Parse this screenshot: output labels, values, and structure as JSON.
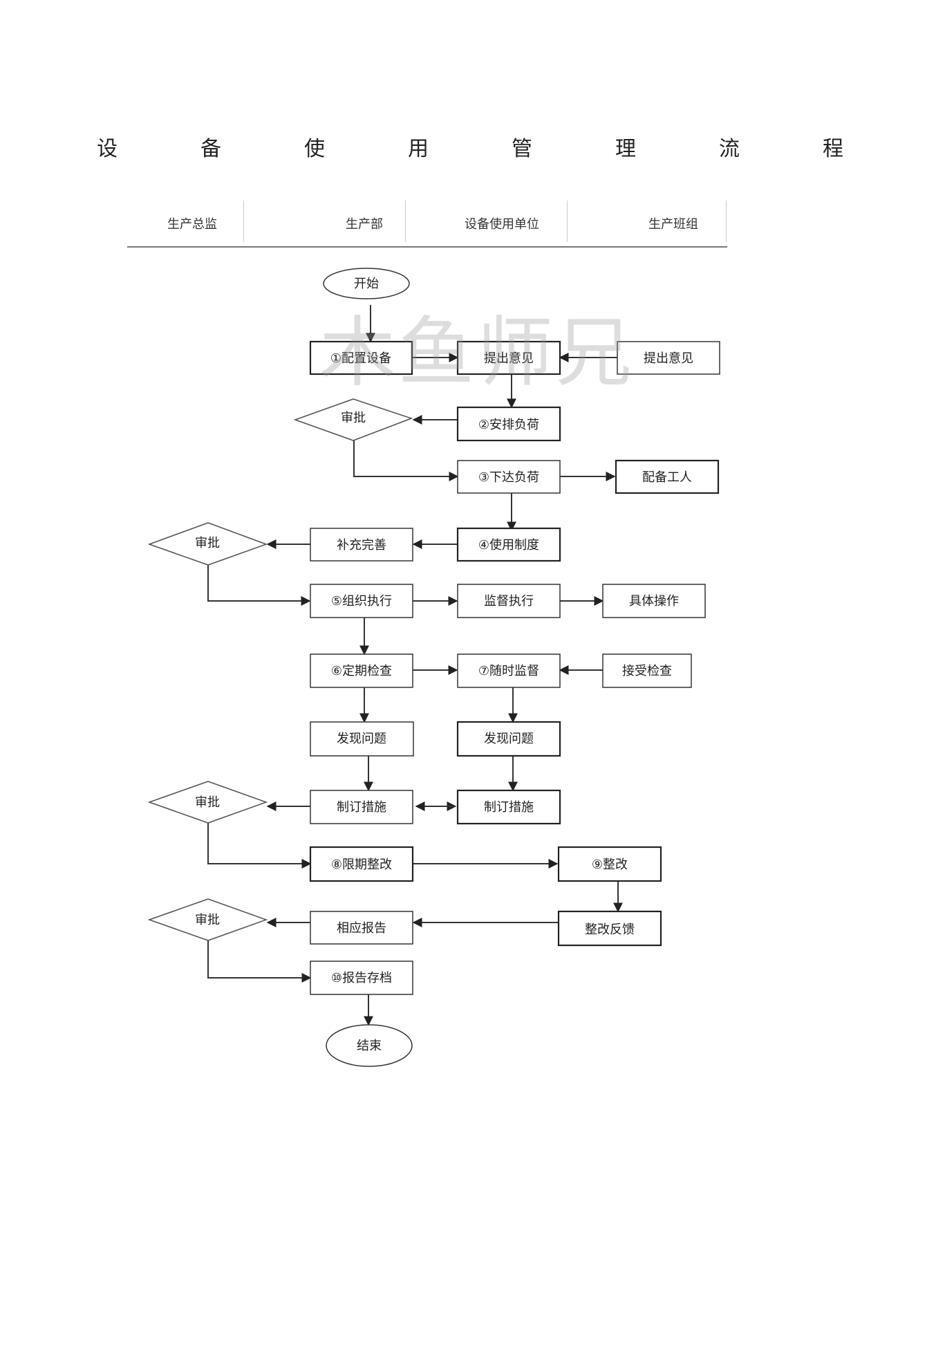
{
  "title_chars": [
    "设",
    "备",
    "使",
    "用",
    "管",
    "理",
    "流",
    "程"
  ],
  "lanes": [
    "生产总监",
    "生产部",
    "设备使用单位",
    "生产班组"
  ],
  "watermark": "木鱼师兄",
  "nodes": {
    "start": "开始",
    "configure": "①配置设备",
    "suggest_mid": "提出意见",
    "suggest_right": "提出意见",
    "approve1": "审批",
    "arrange_load": "②安排负荷",
    "issue_load": "③下达负荷",
    "assign_workers": "配备工人",
    "approve2": "审批",
    "supplement": "补充完善",
    "usage_rules": "④使用制度",
    "organize": "⑤组织执行",
    "supervise": "监督执行",
    "operate": "具体操作",
    "periodic_check": "⑥定期检查",
    "random_supervise": "⑦随时监督",
    "accept_check": "接受检查",
    "find_issue_left": "发现问题",
    "find_issue_mid": "发现问题",
    "approve3": "审批",
    "measures_left": "制订措施",
    "measures_mid": "制订措施",
    "deadline_fix": "⑧限期整改",
    "fix": "⑨整改",
    "approve4": "审批",
    "report": "相应报告",
    "fix_feedback": "整改反馈",
    "archive": "⑩报告存档",
    "end": "结束"
  }
}
